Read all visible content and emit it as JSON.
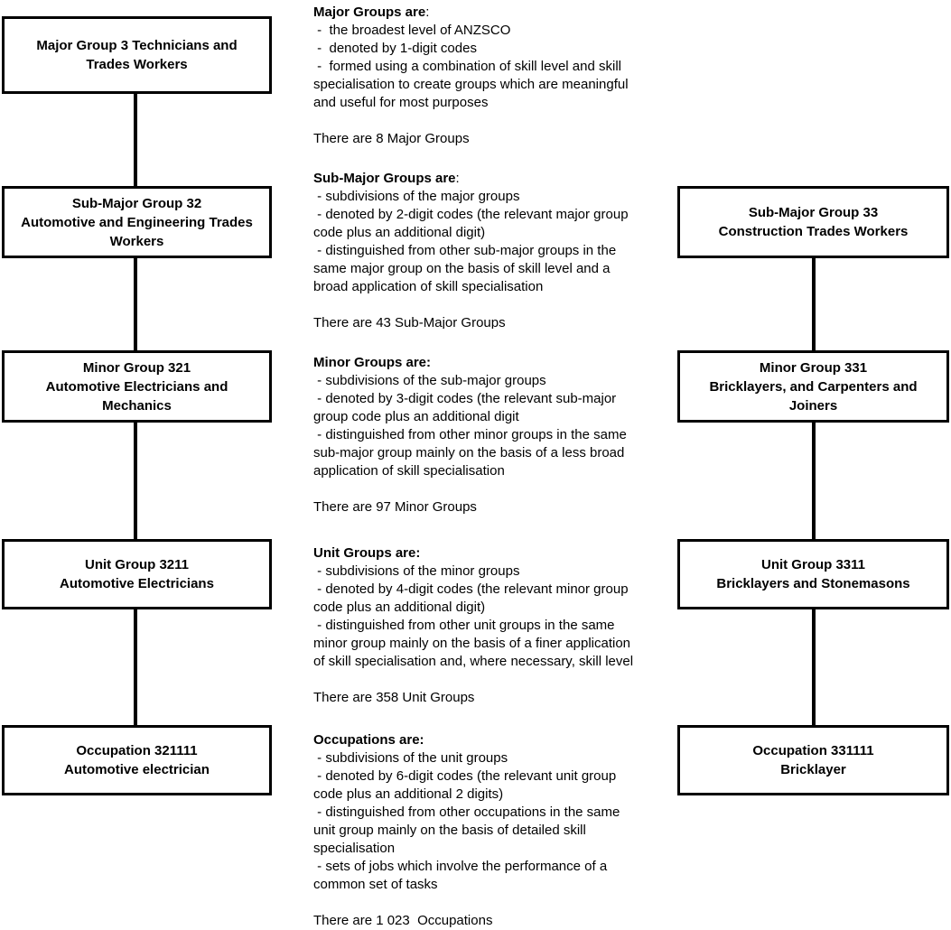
{
  "palette": {
    "background": "#ffffff",
    "text": "#000000",
    "box_border": "#000000"
  },
  "flowchart": {
    "left_column": [
      {
        "id": "major-group-3",
        "lines": [
          "Major Group 3 Technicians and",
          "Trades Workers"
        ]
      },
      {
        "id": "sub-major-group-32",
        "lines": [
          "Sub-Major Group 32",
          "Automotive and Engineering Trades",
          "Workers"
        ]
      },
      {
        "id": "minor-group-321",
        "lines": [
          "Minor Group 321",
          "Automotive Electricians and",
          "Mechanics"
        ]
      },
      {
        "id": "unit-group-3211",
        "lines": [
          "Unit Group 3211",
          "Automotive Electricians"
        ]
      },
      {
        "id": "occupation-321111",
        "lines": [
          "Occupation 321111",
          "Automotive electrician"
        ]
      }
    ],
    "right_column": [
      {
        "id": "sub-major-group-33",
        "lines": [
          "Sub-Major Group 33",
          "Construction Trades Workers"
        ]
      },
      {
        "id": "minor-group-331",
        "lines": [
          "Minor Group 331",
          "Bricklayers, and Carpenters and",
          "Joiners"
        ]
      },
      {
        "id": "unit-group-3311",
        "lines": [
          "Unit Group 3311",
          "Bricklayers and Stonemasons"
        ]
      },
      {
        "id": "occupation-331111",
        "lines": [
          "Occupation 331111",
          "Bricklayer"
        ]
      }
    ]
  },
  "descriptions": [
    {
      "id": "major-groups",
      "header_bold": "Major Groups are",
      "header_rest": ":",
      "lines": [
        " -  the broadest level of ANZSCO",
        " -  denoted by 1-digit codes",
        " -  formed using a combination of skill level and skill",
        "specialisation to create groups which are meaningful",
        "and useful for most purposes"
      ],
      "count": "There are 8 Major Groups"
    },
    {
      "id": "sub-major-groups",
      "header_bold": "Sub-Major Groups are",
      "header_rest": ":",
      "lines": [
        " - subdivisions of the major groups",
        " - denoted by 2-digit codes (the relevant major group",
        "code plus an additional digit)",
        " - distinguished from other sub-major groups in the",
        "same major group on the basis of skill level and a",
        "broad application of skill specialisation"
      ],
      "count": "There are 43 Sub-Major Groups"
    },
    {
      "id": "minor-groups",
      "header_bold": "Minor Groups are:",
      "header_rest": "",
      "lines": [
        " - subdivisions of the sub-major groups",
        " - denoted by 3-digit codes (the relevant sub-major",
        "group code plus an additional digit",
        " - distinguished from other minor groups in the same",
        "sub-major group mainly on the basis of a less broad",
        "application of skill specialisation"
      ],
      "count": "There are 97 Minor Groups"
    },
    {
      "id": "unit-groups",
      "header_bold": "Unit Groups are:",
      "header_rest": "",
      "lines": [
        " - subdivisions of the minor groups",
        " - denoted by 4-digit codes (the relevant minor group",
        "code plus an additional digit)",
        " - distinguished from other unit groups in the same",
        "minor group mainly on the basis of a finer application",
        "of skill specialisation and, where necessary, skill level"
      ],
      "count": "There are 358 Unit Groups"
    },
    {
      "id": "occupations",
      "header_bold": "Occupations are:",
      "header_rest": "",
      "lines": [
        " - subdivisions of the unit groups",
        " - denoted by 6-digit codes (the relevant unit group",
        "code plus an additional 2 digits)",
        " - distinguished from other occupations in the same",
        "unit group mainly on the basis of detailed skill",
        "specialisation",
        " - sets of jobs which involve the performance of a",
        "common set of tasks"
      ],
      "count": "There are 1 023  Occupations"
    }
  ]
}
